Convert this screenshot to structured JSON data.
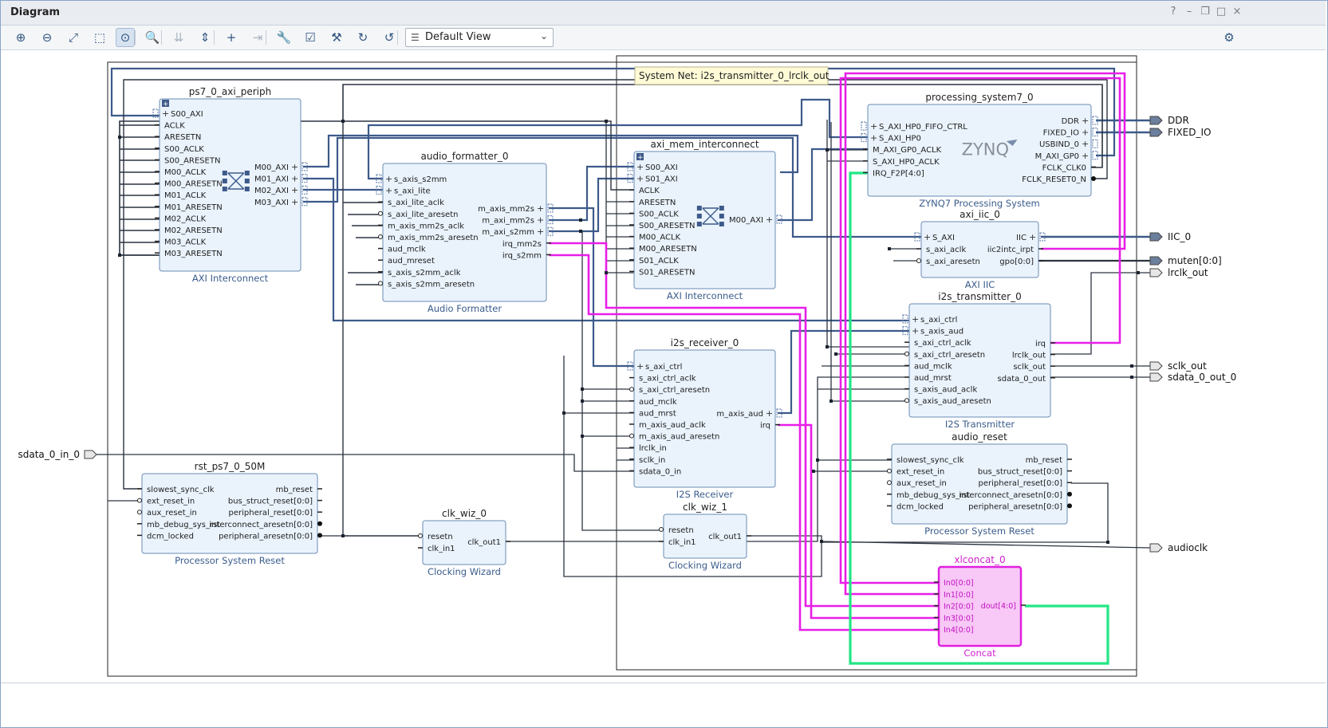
{
  "window": {
    "title": "Diagram"
  },
  "titlebar_buttons": [
    {
      "name": "help-icon",
      "glyph": "?"
    },
    {
      "name": "minimize-icon",
      "glyph": "–"
    },
    {
      "name": "restore-icon",
      "glyph": "❐"
    },
    {
      "name": "maximize-icon",
      "glyph": "□"
    },
    {
      "name": "close-icon",
      "glyph": "×"
    }
  ],
  "toolbar": {
    "buttons": [
      {
        "name": "zoom-in-icon",
        "glyph": "⊕"
      },
      {
        "name": "zoom-out-icon",
        "glyph": "⊖"
      },
      {
        "name": "zoom-fit-icon",
        "glyph": "⤢"
      },
      {
        "name": "zoom-area-icon",
        "glyph": "⬚"
      },
      {
        "name": "select-area-icon",
        "glyph": "⊙",
        "active": true
      },
      {
        "name": "search-icon",
        "glyph": "🔍"
      },
      {
        "name": "collapse-all-icon",
        "glyph": "⇊",
        "dim": true
      },
      {
        "name": "expand-all-icon",
        "glyph": "⇕"
      },
      {
        "name": "add-ip-icon",
        "glyph": "+"
      },
      {
        "name": "make-external-icon",
        "glyph": "⇥",
        "dim": true
      },
      {
        "name": "properties-wrench-icon",
        "glyph": "🔧",
        "dim": true
      },
      {
        "name": "validate-design-icon",
        "glyph": "☑"
      },
      {
        "name": "run-connection-automation-icon",
        "glyph": "⚒"
      },
      {
        "name": "regenerate-layout-icon",
        "glyph": "↻"
      },
      {
        "name": "optimize-routing-icon",
        "glyph": "↺"
      }
    ],
    "view_select": {
      "value": "Default View",
      "icon": "list-icon"
    },
    "settings_icon": "gear-icon"
  },
  "colors": {
    "bus": "#3d5a8a",
    "wire": "#2c3440",
    "block_fill": "#eaf3fc",
    "block_border": "#6a8bb4",
    "magenta_net": "#e81ee8",
    "green_net": "#22e684",
    "concat_fill": "#f8c8f6",
    "concat_border": "#e020e0",
    "tooltip_bg": "#fffbd6"
  },
  "tooltip": "System Net: i2s_transmitter_0_lrclk_out",
  "blocks": [
    {
      "id": "ps7_0_axi_periph",
      "label": "ps7_0_axi_periph",
      "subtitle": "AXI Interconnect",
      "inputs": [
        {
          "name": "S00_AXI",
          "bus": true,
          "expand": true
        },
        {
          "name": "ACLK"
        },
        {
          "name": "ARESETN"
        },
        {
          "name": "S00_ACLK"
        },
        {
          "name": "S00_ARESETN"
        },
        {
          "name": "M00_ACLK"
        },
        {
          "name": "M00_ARESETN"
        },
        {
          "name": "M01_ACLK"
        },
        {
          "name": "M01_ARESETN"
        },
        {
          "name": "M02_ACLK"
        },
        {
          "name": "M02_ARESETN"
        },
        {
          "name": "M03_ACLK"
        },
        {
          "name": "M03_ARESETN"
        }
      ],
      "outputs": [
        {
          "name": "M00_AXI",
          "bus": true
        },
        {
          "name": "M01_AXI",
          "bus": true
        },
        {
          "name": "M02_AXI",
          "bus": true
        },
        {
          "name": "M03_AXI",
          "bus": true
        }
      ],
      "icon": "crossbar-icon"
    },
    {
      "id": "audio_formatter_0",
      "label": "audio_formatter_0",
      "subtitle": "Audio Formatter",
      "inputs": [
        {
          "name": "s_axis_s2mm",
          "bus": true
        },
        {
          "name": "s_axi_lite",
          "bus": true
        },
        {
          "name": "s_axi_lite_aclk"
        },
        {
          "name": "s_axi_lite_aresetn",
          "neg": true
        },
        {
          "name": "m_axis_mm2s_aclk"
        },
        {
          "name": "m_axis_mm2s_aresetn",
          "neg": true
        },
        {
          "name": "aud_mclk"
        },
        {
          "name": "aud_mreset"
        },
        {
          "name": "s_axis_s2mm_aclk"
        },
        {
          "name": "s_axis_s2mm_aresetn",
          "neg": true
        }
      ],
      "outputs": [
        {
          "name": "m_axis_mm2s",
          "bus": true
        },
        {
          "name": "m_axi_mm2s",
          "bus": true
        },
        {
          "name": "m_axi_s2mm",
          "bus": true
        },
        {
          "name": "irq_mm2s"
        },
        {
          "name": "irq_s2mm"
        }
      ]
    },
    {
      "id": "axi_mem_interconnect",
      "label": "axi_mem_interconnect",
      "subtitle": "AXI Interconnect",
      "inputs": [
        {
          "name": "S00_AXI",
          "bus": true,
          "expand": true
        },
        {
          "name": "S01_AXI",
          "bus": true
        },
        {
          "name": "ACLK"
        },
        {
          "name": "ARESETN"
        },
        {
          "name": "S00_ACLK"
        },
        {
          "name": "S00_ARESETN"
        },
        {
          "name": "M00_ACLK"
        },
        {
          "name": "M00_ARESETN"
        },
        {
          "name": "S01_ACLK"
        },
        {
          "name": "S01_ARESETN"
        }
      ],
      "outputs": [
        {
          "name": "M00_AXI",
          "bus": true
        }
      ],
      "icon": "crossbar-icon"
    },
    {
      "id": "processing_system7_0",
      "label": "processing_system7_0",
      "subtitle": "ZYNQ7 Processing System",
      "inputs": [
        {
          "name": "S_AXI_HP0_FIFO_CTRL",
          "bus": true
        },
        {
          "name": "S_AXI_HP0",
          "bus": true
        },
        {
          "name": "M_AXI_GP0_ACLK"
        },
        {
          "name": "S_AXI_HP0_ACLK"
        },
        {
          "name": "IRQ_F2P[4:0]"
        }
      ],
      "outputs": [
        {
          "name": "DDR",
          "bus": true
        },
        {
          "name": "FIXED_IO",
          "bus": true
        },
        {
          "name": "USBIND_0",
          "bus": true
        },
        {
          "name": "M_AXI_GP0",
          "bus": true
        },
        {
          "name": "FCLK_CLK0"
        },
        {
          "name": "FCLK_RESET0_N",
          "neg": true
        }
      ],
      "logo": "ZYNQ"
    },
    {
      "id": "axi_iic_0",
      "label": "axi_iic_0",
      "subtitle": "AXI IIC",
      "inputs": [
        {
          "name": "S_AXI",
          "bus": true
        },
        {
          "name": "s_axi_aclk"
        },
        {
          "name": "s_axi_aresetn",
          "neg": true
        }
      ],
      "outputs": [
        {
          "name": "IIC",
          "bus": true
        },
        {
          "name": "iic2intc_irpt"
        },
        {
          "name": "gpo[0:0]"
        }
      ]
    },
    {
      "id": "i2s_transmitter_0",
      "label": "i2s_transmitter_0",
      "subtitle": "I2S Transmitter",
      "inputs": [
        {
          "name": "s_axi_ctrl",
          "bus": true
        },
        {
          "name": "s_axis_aud",
          "bus": true
        },
        {
          "name": "s_axi_ctrl_aclk"
        },
        {
          "name": "s_axi_ctrl_aresetn",
          "neg": true
        },
        {
          "name": "aud_mclk"
        },
        {
          "name": "aud_mrst"
        },
        {
          "name": "s_axis_aud_aclk"
        },
        {
          "name": "s_axis_aud_aresetn",
          "neg": true
        }
      ],
      "outputs": [
        {
          "name": "irq"
        },
        {
          "name": "lrclk_out"
        },
        {
          "name": "sclk_out"
        },
        {
          "name": "sdata_0_out"
        }
      ]
    },
    {
      "id": "i2s_receiver_0",
      "label": "i2s_receiver_0",
      "subtitle": "I2S Receiver",
      "inputs": [
        {
          "name": "s_axi_ctrl",
          "bus": true
        },
        {
          "name": "s_axi_ctrl_aclk"
        },
        {
          "name": "s_axi_ctrl_aresetn",
          "neg": true
        },
        {
          "name": "aud_mclk"
        },
        {
          "name": "aud_mrst"
        },
        {
          "name": "m_axis_aud_aclk"
        },
        {
          "name": "m_axis_aud_aresetn",
          "neg": true
        },
        {
          "name": "lrclk_in"
        },
        {
          "name": "sclk_in"
        },
        {
          "name": "sdata_0_in"
        }
      ],
      "outputs": [
        {
          "name": "m_axis_aud",
          "bus": true
        },
        {
          "name": "irq"
        }
      ]
    },
    {
      "id": "audio_reset",
      "label": "audio_reset",
      "subtitle": "Processor System Reset",
      "inputs": [
        {
          "name": "slowest_sync_clk"
        },
        {
          "name": "ext_reset_in",
          "neg": true
        },
        {
          "name": "aux_reset_in",
          "neg": true
        },
        {
          "name": "mb_debug_sys_rst"
        },
        {
          "name": "dcm_locked"
        }
      ],
      "outputs": [
        {
          "name": "mb_reset"
        },
        {
          "name": "bus_struct_reset[0:0]"
        },
        {
          "name": "peripheral_reset[0:0]"
        },
        {
          "name": "interconnect_aresetn[0:0]",
          "neg": true
        },
        {
          "name": "peripheral_aresetn[0:0]",
          "neg": true
        }
      ]
    },
    {
      "id": "rst_ps7_0_50M",
      "label": "rst_ps7_0_50M",
      "subtitle": "Processor System Reset",
      "inputs": [
        {
          "name": "slowest_sync_clk"
        },
        {
          "name": "ext_reset_in",
          "neg": true
        },
        {
          "name": "aux_reset_in",
          "neg": true
        },
        {
          "name": "mb_debug_sys_rst"
        },
        {
          "name": "dcm_locked"
        }
      ],
      "outputs": [
        {
          "name": "mb_reset"
        },
        {
          "name": "bus_struct_reset[0:0]"
        },
        {
          "name": "peripheral_reset[0:0]"
        },
        {
          "name": "interconnect_aresetn[0:0]",
          "neg": true
        },
        {
          "name": "peripheral_aresetn[0:0]",
          "neg": true
        }
      ]
    },
    {
      "id": "clk_wiz_0",
      "label": "clk_wiz_0",
      "subtitle": "Clocking Wizard",
      "inputs": [
        {
          "name": "resetn",
          "neg": true
        },
        {
          "name": "clk_in1"
        }
      ],
      "outputs": [
        {
          "name": "clk_out1"
        }
      ]
    },
    {
      "id": "clk_wiz_1",
      "label": "clk_wiz_1",
      "subtitle": "Clocking Wizard",
      "inputs": [
        {
          "name": "resetn",
          "neg": true
        },
        {
          "name": "clk_in1"
        }
      ],
      "outputs": [
        {
          "name": "clk_out1"
        }
      ]
    },
    {
      "id": "xlconcat_0",
      "label": "xlconcat_0",
      "subtitle": "Concat",
      "inputs": [
        {
          "name": "In0[0:0]"
        },
        {
          "name": "In1[0:0]"
        },
        {
          "name": "In2[0:0]"
        },
        {
          "name": "In3[0:0]"
        },
        {
          "name": "In4[0:0]"
        }
      ],
      "outputs": [
        {
          "name": "dout[4:0]"
        }
      ],
      "highlight": true
    }
  ],
  "ports": [
    {
      "name": "DDR",
      "dir": "out",
      "bus": true
    },
    {
      "name": "FIXED_IO",
      "dir": "out",
      "bus": true
    },
    {
      "name": "IIC_0",
      "dir": "out",
      "bus": true
    },
    {
      "name": "muten[0:0]",
      "dir": "out",
      "bus": true
    },
    {
      "name": "lrclk_out",
      "dir": "out"
    },
    {
      "name": "sclk_out",
      "dir": "out"
    },
    {
      "name": "sdata_0_out_0",
      "dir": "out"
    },
    {
      "name": "audioclk",
      "dir": "out"
    },
    {
      "name": "sdata_0_in_0",
      "dir": "in"
    }
  ]
}
